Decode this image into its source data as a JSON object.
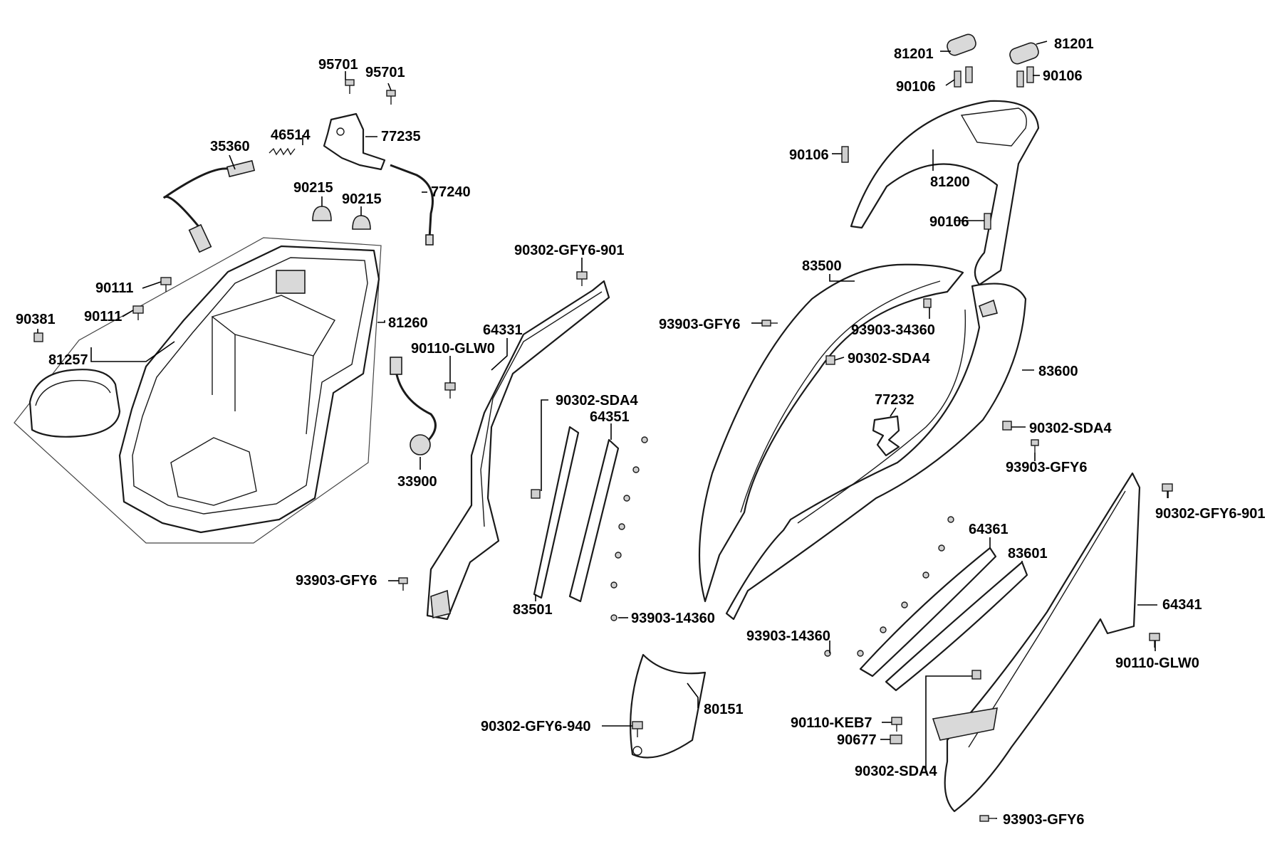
{
  "parts": {
    "p95701a": "95701",
    "p95701b": "95701",
    "p46514": "46514",
    "p77235": "77235",
    "p35360": "35360",
    "p90215a": "90215",
    "p90215b": "90215",
    "p77240": "77240",
    "p90111a": "90111",
    "p90111b": "90111",
    "p90381": "90381",
    "p81260": "81260",
    "p81257": "81257",
    "p33900": "33900",
    "p90302gfy6901a": "90302-GFY6-901",
    "p64331": "64331",
    "p90110glw0a": "90110-GLW0",
    "p90302sda4a": "90302-SDA4",
    "p64351": "64351",
    "p93903gfy6a": "93903-GFY6",
    "p83501": "83501",
    "p93903_14360a": "93903-14360",
    "p80151": "80151",
    "p90302gfy6940": "90302-GFY6-940",
    "p81201a": "81201",
    "p81201b": "81201",
    "p90106a": "90106",
    "p90106b": "90106",
    "p90106c": "90106",
    "p90106d": "90106",
    "p81200": "81200",
    "p83500": "83500",
    "p93903gfy6b": "93903-GFY6",
    "p93903_34360": "93903-34360",
    "p90302sda4b": "90302-SDA4",
    "p77232": "77232",
    "p83600": "83600",
    "p90302sda4c": "90302-SDA4",
    "p93903gfy6c": "93903-GFY6",
    "p90302gfy6901b": "90302-GFY6-901",
    "p64361": "64361",
    "p83601": "83601",
    "p64341": "64341",
    "p90110glw0b": "90110-GLW0",
    "p93903_14360b": "93903-14360",
    "p90110keb7": "90110-KEB7",
    "p90677": "90677",
    "p90302sda4d": "90302-SDA4",
    "p93903gfy6d": "93903-GFY6"
  }
}
